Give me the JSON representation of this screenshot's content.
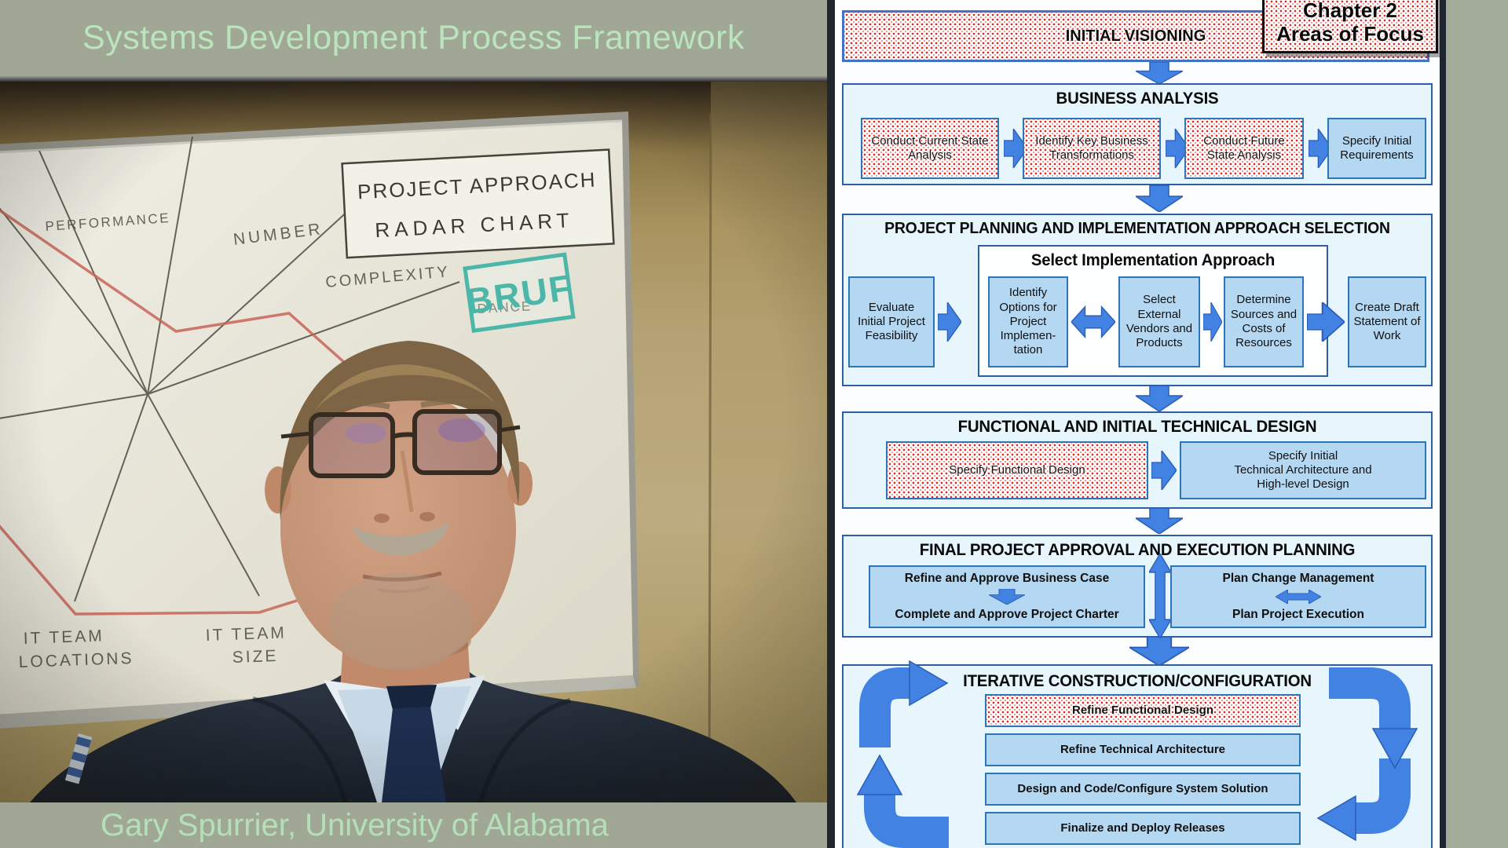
{
  "video": {
    "title": "Systems Development Process Framework",
    "speaker": "Gary Spurrier, University of Alabama",
    "whiteboard": {
      "radar_title_line1": "PROJECT APPROACH",
      "radar_title_line2": "RADAR CHART",
      "label_performance": "PERFORMANCE",
      "label_number": "NUMBER",
      "label_complexity": "COMPLEXITY",
      "label_partial_word": "DANCE",
      "label_bruf": "BRUF",
      "label_it_team_a": "IT TEAM",
      "label_locations": "LOCATIONS",
      "label_it_team_b": "IT TEAM",
      "label_size": "SIZE"
    }
  },
  "chapter_badge": {
    "line1": "Chapter 2",
    "line2": "Areas of Focus"
  },
  "flowchart": {
    "initial_visioning": {
      "title": "INITIAL VISIONING"
    },
    "business_analysis": {
      "title": "BUSINESS ANALYSIS",
      "steps": [
        {
          "label": "Conduct Current State Analysis",
          "emphasis": "focus-dotted"
        },
        {
          "label": "Identify Key Business Transformations",
          "emphasis": "focus-dotted"
        },
        {
          "label": "Conduct Future State Analysis",
          "emphasis": "focus-dotted"
        },
        {
          "label": "Specify Initial Requirements",
          "emphasis": "standard"
        }
      ]
    },
    "project_planning": {
      "title": "PROJECT PLANNING AND IMPLEMENTATION APPROACH SELECTION",
      "evaluate_feasibility": "Evaluate Initial Project Feasibility",
      "subprocess_title": "Select Implementation Approach",
      "identify_options": "Identify Options for Project Implemen-tation",
      "select_vendors": "Select External Vendors and Products",
      "determine_sources": "Determine Sources and Costs of Resources",
      "create_sow": "Create Draft Statement of Work"
    },
    "functional_design": {
      "title": "FUNCTIONAL AND INITIAL TECHNICAL DESIGN",
      "specify_functional": "Specify Functional Design",
      "specify_technical_line1": "Specify Initial",
      "specify_technical_line2": "Technical Architecture and",
      "specify_technical_line3": "High-level Design"
    },
    "final_approval": {
      "title": "FINAL PROJECT APPROVAL AND EXECUTION PLANNING",
      "refine_business_case": "Refine and Approve Business Case",
      "complete_charter": "Complete and Approve Project Charter",
      "plan_change_mgmt": "Plan Change Management",
      "plan_execution": "Plan Project Execution"
    },
    "iterative_construction": {
      "title": "ITERATIVE CONSTRUCTION/CONFIGURATION",
      "steps": [
        {
          "label": "Refine Functional Design",
          "emphasis": "focus-dotted"
        },
        {
          "label": "Refine Technical Architecture",
          "emphasis": "standard"
        },
        {
          "label": "Design and Code/Configure System Solution",
          "emphasis": "standard"
        },
        {
          "label": "Finalize and Deploy Releases",
          "emphasis": "standard"
        }
      ]
    }
  },
  "colors": {
    "sage_background": "#a3ab99",
    "overlay_text_green": "#b9e4bc",
    "section_fill_blue": "#e7f5fc",
    "section_border_blue": "#2e5fa3",
    "box_fill_blue": "#b4d7f2",
    "box_border_blue": "#2e75b6",
    "arrow_blue": "#4282e2",
    "dotted_pattern_red": "#d9251d",
    "bruf_teal": "#4cb6a9"
  }
}
